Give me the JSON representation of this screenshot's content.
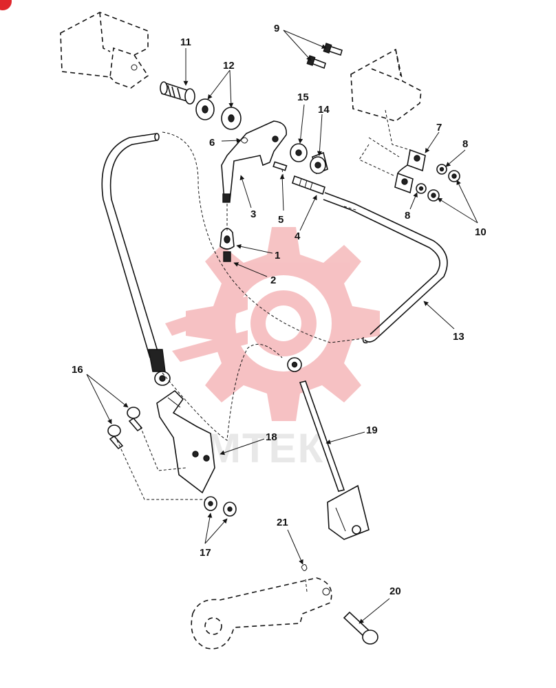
{
  "diagram": {
    "watermark_text": "МТЕК",
    "watermark_color": "#f2b4b4",
    "callouts": [
      {
        "id": "c1",
        "text": "1"
      },
      {
        "id": "c2",
        "text": "2"
      },
      {
        "id": "c3",
        "text": "3"
      },
      {
        "id": "c4",
        "text": "4"
      },
      {
        "id": "c5",
        "text": "5"
      },
      {
        "id": "c6",
        "text": "6"
      },
      {
        "id": "c7",
        "text": "7"
      },
      {
        "id": "c8a",
        "text": "8"
      },
      {
        "id": "c8b",
        "text": "8"
      },
      {
        "id": "c9",
        "text": "9"
      },
      {
        "id": "c10",
        "text": "10"
      },
      {
        "id": "c11",
        "text": "11"
      },
      {
        "id": "c12",
        "text": "12"
      },
      {
        "id": "c13",
        "text": "13"
      },
      {
        "id": "c14",
        "text": "14"
      },
      {
        "id": "c15",
        "text": "15"
      },
      {
        "id": "c16",
        "text": "16"
      },
      {
        "id": "c17",
        "text": "17"
      },
      {
        "id": "c18",
        "text": "18"
      },
      {
        "id": "c19",
        "text": "19"
      },
      {
        "id": "c20",
        "text": "20"
      },
      {
        "id": "c21",
        "text": "21"
      }
    ]
  }
}
